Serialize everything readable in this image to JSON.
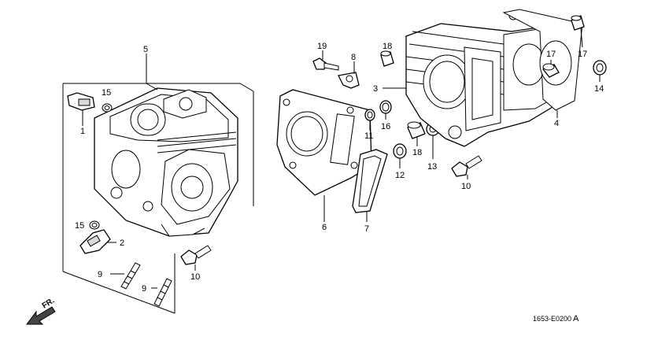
{
  "callouts": [
    {
      "id": "c5",
      "label": "5"
    },
    {
      "id": "c15a",
      "label": "15"
    },
    {
      "id": "c1",
      "label": "1"
    },
    {
      "id": "c15b",
      "label": "15"
    },
    {
      "id": "c2",
      "label": "2"
    },
    {
      "id": "c9a",
      "label": "9"
    },
    {
      "id": "c9b",
      "label": "9"
    },
    {
      "id": "c10a",
      "label": "10"
    },
    {
      "id": "c19",
      "label": "19"
    },
    {
      "id": "c8",
      "label": "8"
    },
    {
      "id": "c18a",
      "label": "18"
    },
    {
      "id": "c3",
      "label": "3"
    },
    {
      "id": "c16",
      "label": "16"
    },
    {
      "id": "c11",
      "label": "11"
    },
    {
      "id": "c18b",
      "label": "18"
    },
    {
      "id": "c12",
      "label": "12"
    },
    {
      "id": "c13",
      "label": "13"
    },
    {
      "id": "c10b",
      "label": "10"
    },
    {
      "id": "c6",
      "label": "6"
    },
    {
      "id": "c7",
      "label": "7"
    },
    {
      "id": "c17a",
      "label": "17"
    },
    {
      "id": "c17b",
      "label": "17"
    },
    {
      "id": "c14",
      "label": "14"
    },
    {
      "id": "c4",
      "label": "4"
    }
  ],
  "front_indicator": "FR.",
  "diagram_code": "1653-E0200",
  "diagram_suffix": "A",
  "colors": {
    "ink": "#000000",
    "paper": "#ffffff",
    "shade": "#d9d9d9"
  }
}
